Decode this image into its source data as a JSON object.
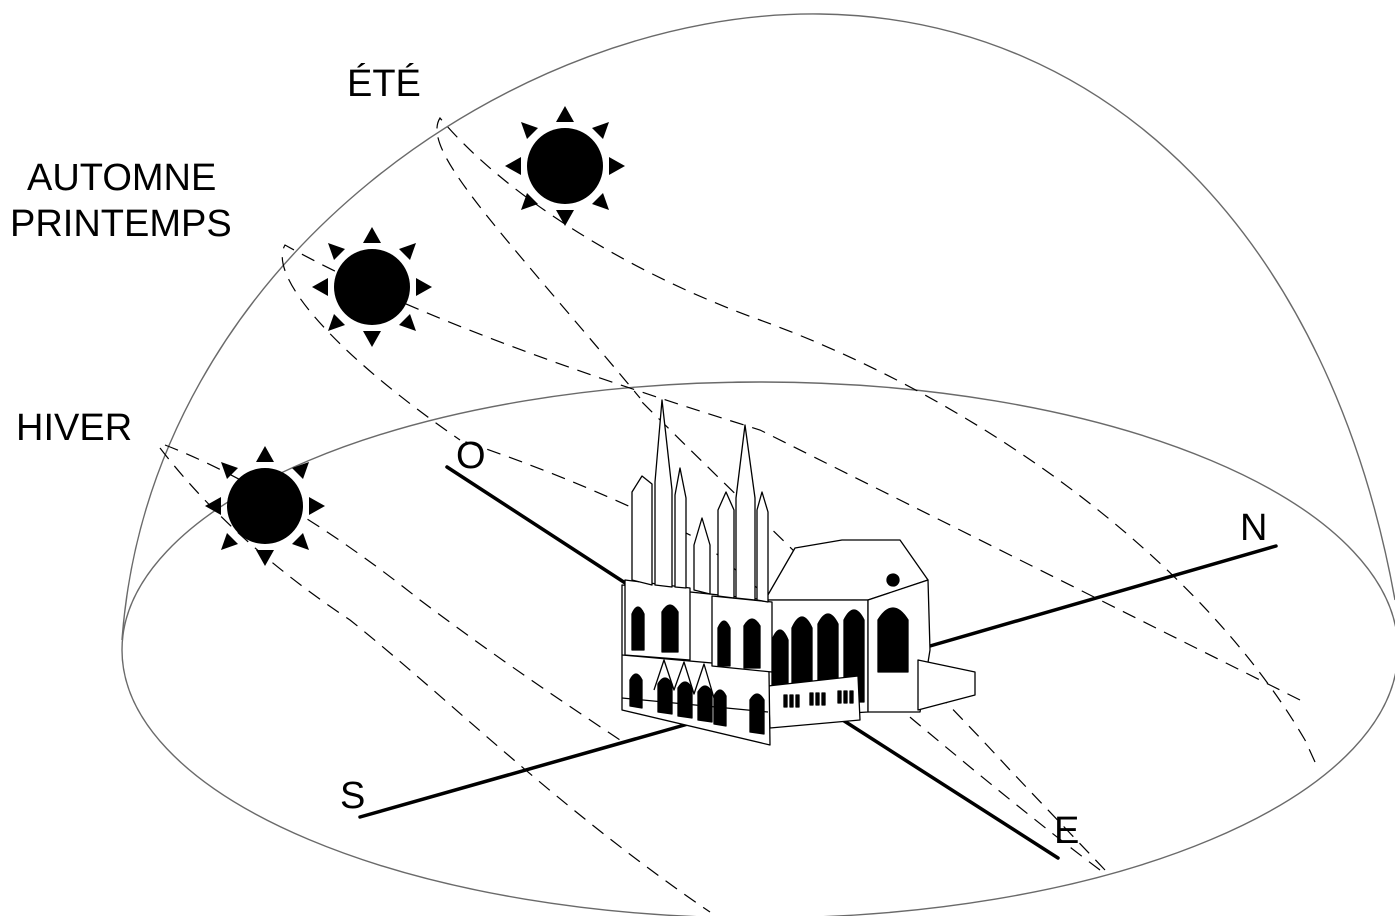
{
  "seasons": {
    "summer": "ÉTÉ",
    "equinox_line1": "AUTOMNE",
    "equinox_line2": "PRINTEMPS",
    "winter": "HIVER"
  },
  "directions": {
    "west": "O",
    "north": "N",
    "south": "S",
    "east": "E"
  },
  "colors": {
    "ink": "#000000",
    "background": "#ffffff",
    "dome": "#6a6a6a"
  }
}
